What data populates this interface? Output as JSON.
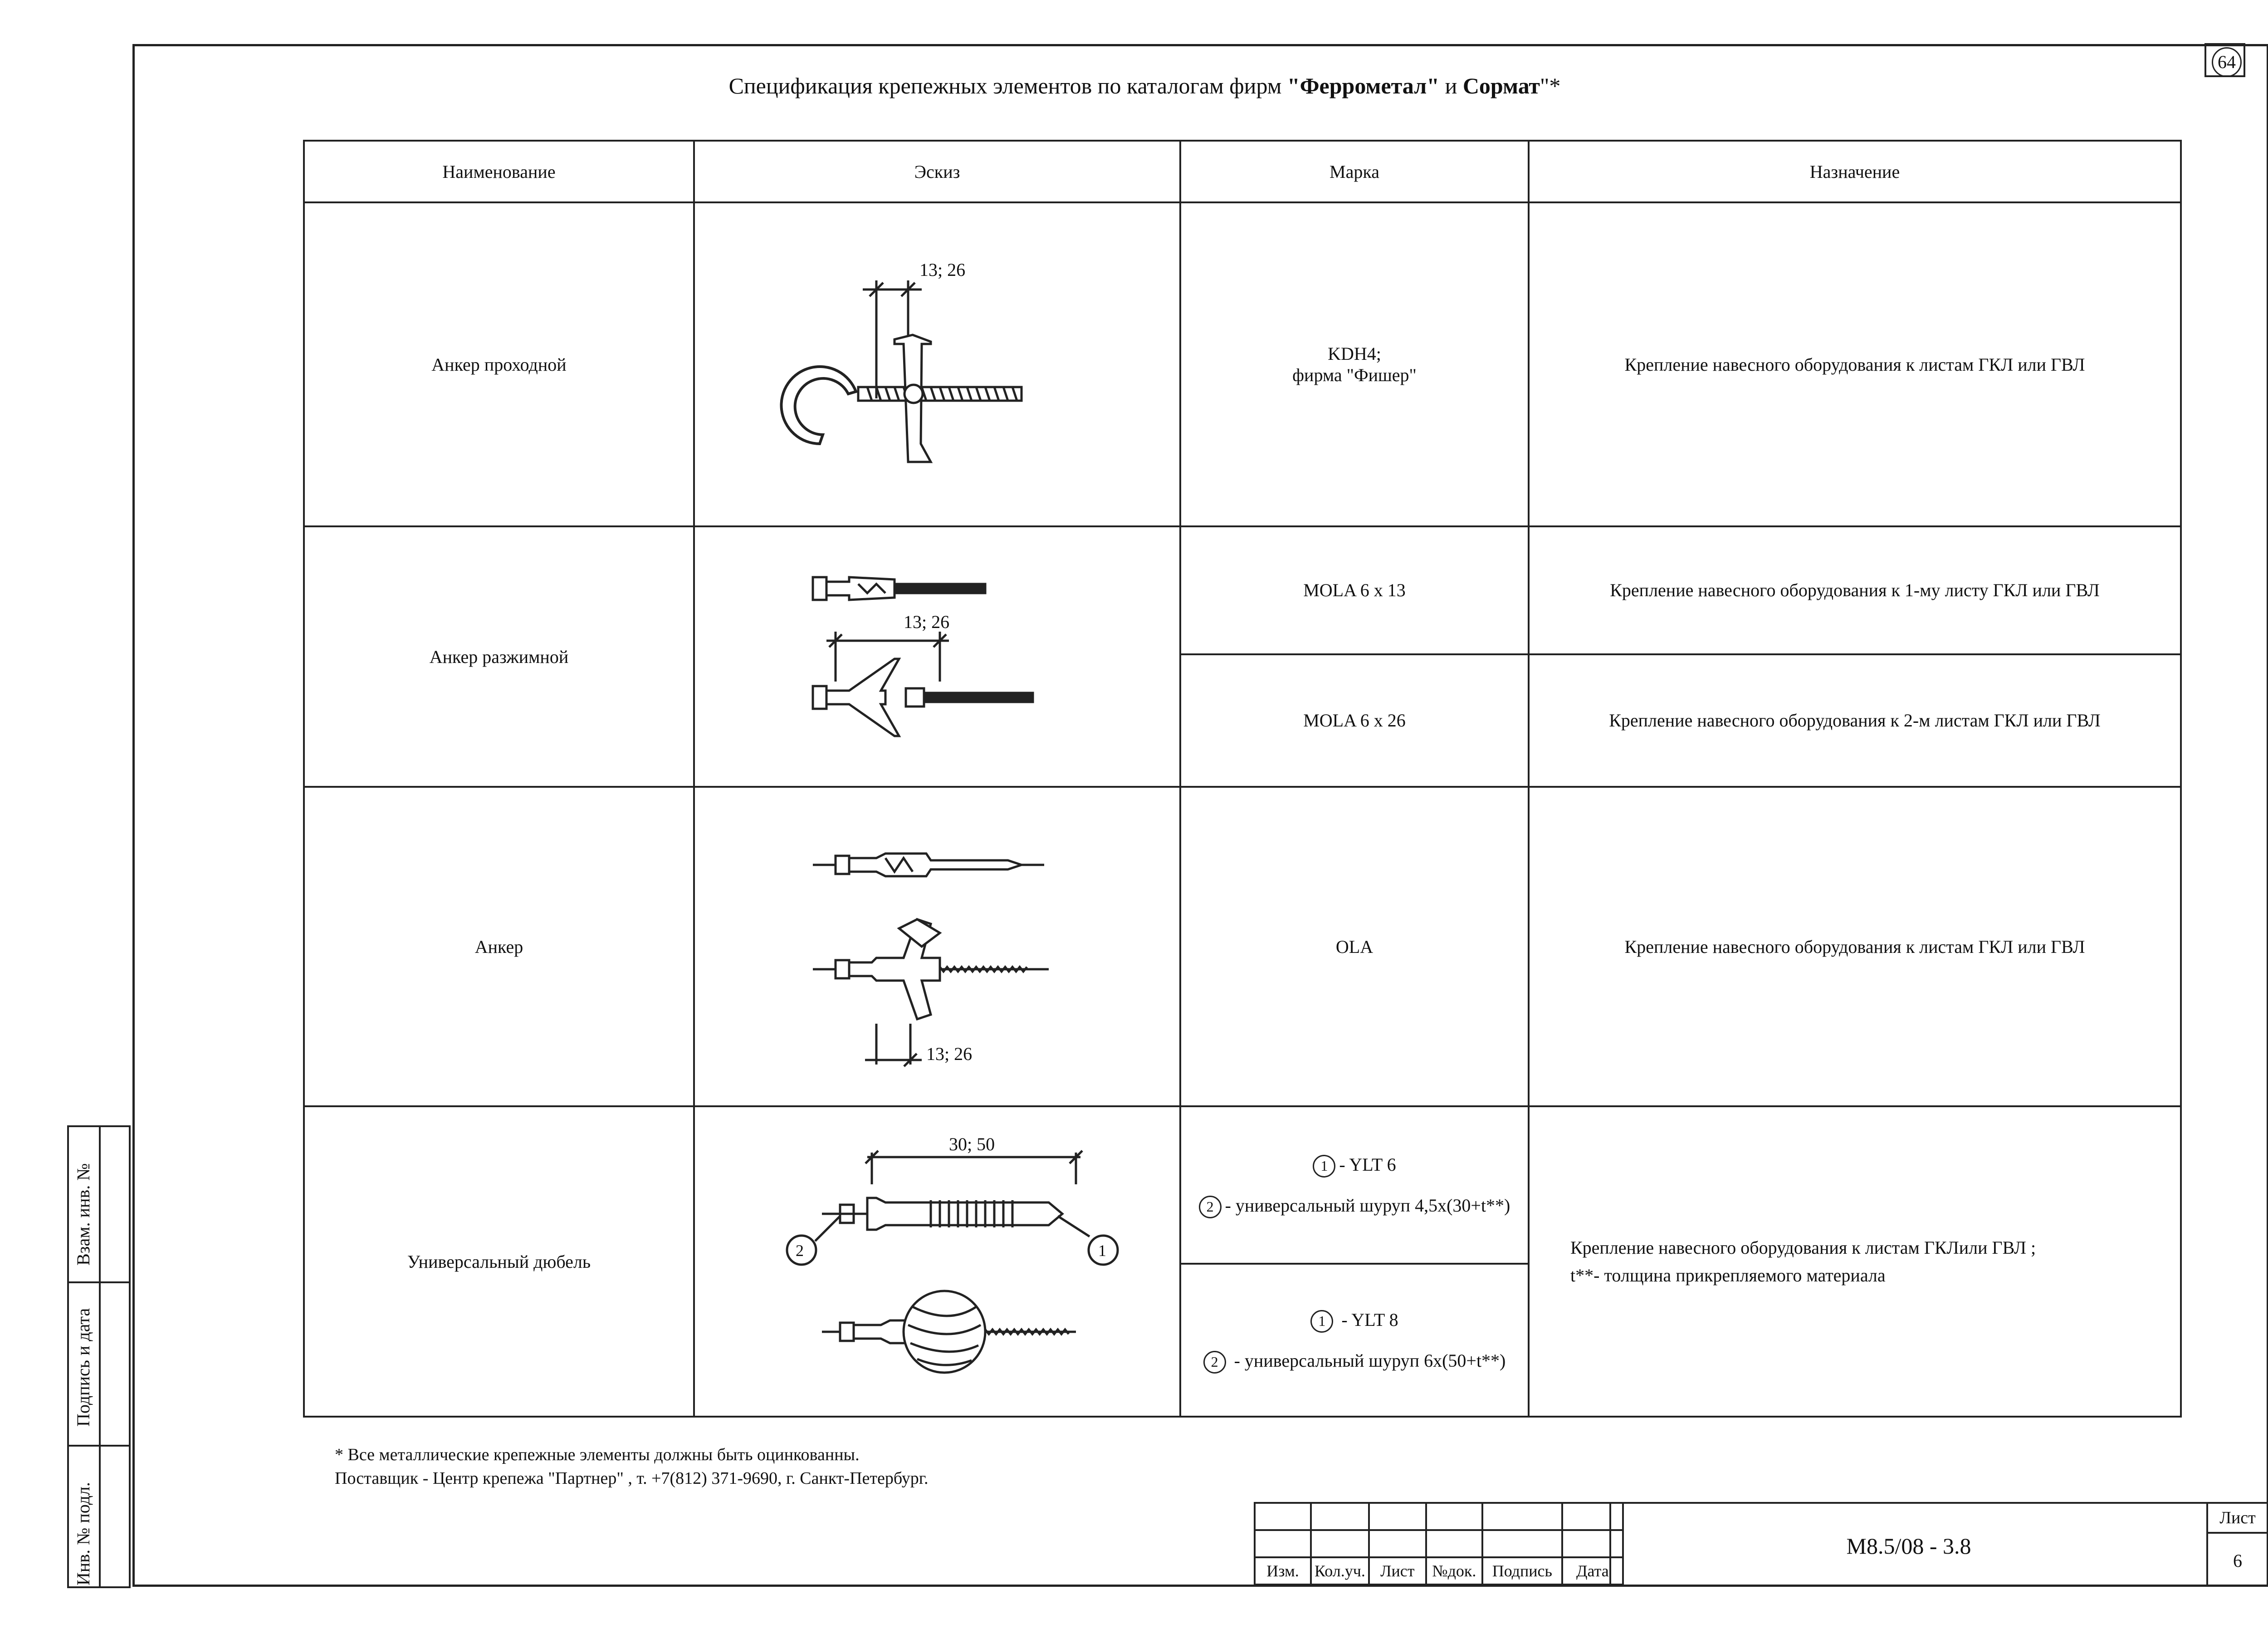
{
  "page": {
    "title_prefix": "Спецификация крепежных элементов по каталогам фирм ",
    "title_brand1": "\"Феррометал\"",
    "title_mid": " и ",
    "title_brand2": "Сормат",
    "title_suffix": "\"*",
    "sheet_circle": "64"
  },
  "table": {
    "headers": [
      "Наименование",
      "Эскиз",
      "Марка",
      "Назначение"
    ],
    "rows": [
      {
        "name": "Анкер проходной",
        "dim": "13; 26",
        "mark_line1": "KDH4;",
        "mark_line2": "фирма \"Фишер\"",
        "purpose": "Крепление навесного оборудования к  листам ГКЛ или ГВЛ"
      },
      {
        "name": "Анкер разжимной",
        "dim": "13; 26",
        "mark_a": "MOLA 6 x 13",
        "purpose_a": "Крепление навесного оборудования к 1-му листу ГКЛ или ГВЛ",
        "mark_b": "MOLA 6 x 26",
        "purpose_b": "Крепление навесного оборудования к 2-м листам ГКЛ или ГВЛ"
      },
      {
        "name": "Анкер",
        "dim": "13; 26",
        "mark": "OLA",
        "purpose": "Крепление навесного оборудования к  листам ГКЛ или ГВЛ"
      },
      {
        "name": "Универсальный дюбель",
        "dim": "30; 50",
        "callout1": "1",
        "callout2": "2",
        "mark_a1": "- YLT 6",
        "mark_a2": "- универсальный шуруп 4,5x(30+t**)",
        "mark_b1": " - YLT 8",
        "mark_b2": " - универсальный шуруп 6x(50+t**)",
        "purpose_line1": "Крепление навесного оборудования к  листам ГКЛили ГВЛ ;",
        "purpose_line2": "t**- толщина прикрепляемого материала"
      }
    ]
  },
  "footnote": {
    "line1": "* Все металлические крепежные элементы должны быть оцинкованны.",
    "line2": "Поставщик - Центр крепежа \"Партнер\" ,  т. +7(812) 371-9690, г. Санкт-Петербург."
  },
  "side_labels": [
    "Инв. № подл.",
    "Подпись и дата",
    "Взам. инв. №"
  ],
  "stamp": {
    "labels": [
      "Изм.",
      "Кол.уч.",
      "Лист",
      "№док.",
      "Подпись",
      "Дата"
    ],
    "code": "М8.5/08 - 3.8",
    "sheet_label": "Лист",
    "sheet_number": "6"
  }
}
